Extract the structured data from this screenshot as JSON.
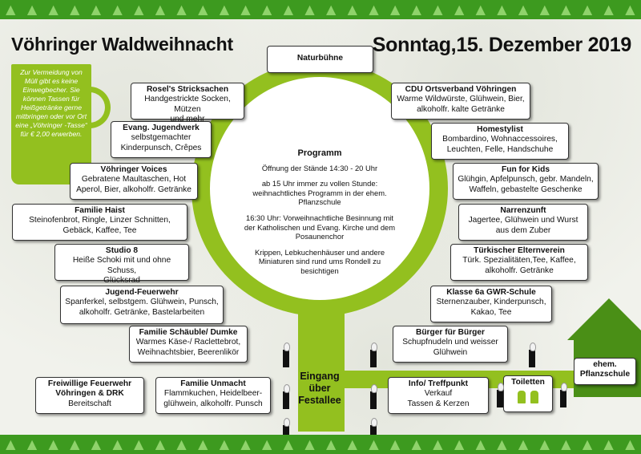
{
  "header": {
    "title": "Vöhringer Waldweihnacht",
    "date": "Sonntag,15. Dezember 2019"
  },
  "cup_note": {
    "lines": [
      "Zur Vermeidung von",
      "Müll gibt es keine",
      "Einwegbecher. Sie",
      "können Tassen für",
      "Heißgetränke gerne",
      "mitbringen oder vor Ort",
      "eine „Vöhringer -Tasse“",
      "für € 2,00 erwerben."
    ]
  },
  "stage": "Naturbühne",
  "program": {
    "title": "Programm",
    "items": [
      "Öffnung der Stände 14:30 - 20 Uhr",
      "ab 15 Uhr immer zu vollen Stunde: weihnachtliches Programm in der ehem. Pflanzschule",
      "16:30 Uhr: Vorweihnachtliche Besinnung mit der Katholischen und Evang. Kirche und dem Posaunenchor",
      "Krippen, Lebkuchenhäuser und andere Miniaturen sind rund ums Rondell zu besichtigen"
    ]
  },
  "entrance": [
    "Eingang",
    "über",
    "Festallee"
  ],
  "house_label": [
    "ehem.",
    "Pflanzschule"
  ],
  "toilets": "Toiletten",
  "left_stalls": [
    {
      "name": "Rosel's Stricksachen",
      "lines": [
        "Handgestrickte Socken, Mützen",
        "und mehr"
      ]
    },
    {
      "name": "Evang. Jugendwerk",
      "lines": [
        "selbstgemachter",
        "Kinderpunsch, Crêpes"
      ]
    },
    {
      "name": "Vöhringer Voices",
      "lines": [
        "Gebratene Maultaschen, Hot",
        "Aperol, Bier, alkoholfr. Getränke"
      ]
    },
    {
      "name": "Familie Haist",
      "lines": [
        "Steinofenbrot, Ringle, Linzer Schnitten,",
        "Gebäck, Kaffee, Tee"
      ]
    },
    {
      "name": "Studio 8",
      "lines": [
        "Heiße Schoki mit und ohne Schuss,",
        "Glücksrad"
      ]
    },
    {
      "name": "Jugend-Feuerwehr",
      "lines": [
        "Spanferkel, selbstgem. Glühwein, Punsch,",
        "alkoholfr. Getränke, Bastelarbeiten"
      ]
    },
    {
      "name": "Familie Schäuble/ Dumke",
      "lines": [
        "Warmes Käse-/ Raclettebrot,",
        "Weihnachtsbier, Beerenlikör"
      ]
    },
    {
      "name": "Freiwillige Feuerwehr",
      "lines": [
        "Vöhringen & DRK",
        "Bereitschaft"
      ]
    },
    {
      "name": "Familie Unmacht",
      "lines": [
        "Flammkuchen, Heidelbeer-",
        "glühwein, alkoholfr. Punsch"
      ]
    }
  ],
  "right_stalls": [
    {
      "name": "CDU Ortsverband Vöhringen",
      "lines": [
        "Warme Wildwürste, Glühwein, Bier,",
        "alkoholfr. kalte Getränke"
      ]
    },
    {
      "name": "Homestylist",
      "lines": [
        "Bombardino, Wohnaccessoires,",
        "Leuchten, Felle, Handschuhe"
      ]
    },
    {
      "name": "Fun for Kids",
      "lines": [
        "Glühgin, Apfelpunsch, gebr. Mandeln,",
        "Waffeln, gebastelte Geschenke"
      ]
    },
    {
      "name": "Narrenzunft",
      "lines": [
        "Jagertee, Glühwein und Wurst",
        "aus dem Zuber"
      ]
    },
    {
      "name": "Türkischer Elternverein",
      "lines": [
        "Türk. Spezialitäten,Tee, Kaffee,",
        "alkoholfr. Getränke"
      ]
    },
    {
      "name": "Klasse 6a GWR-Schule",
      "lines": [
        "Sternenzauber, Kinderpunsch,",
        "Kakao, Tee"
      ]
    },
    {
      "name": "Bürger für Bürger",
      "lines": [
        "Schupfnudeln und weisser",
        "Glühwein"
      ]
    },
    {
      "name": "Info/ Treffpunkt",
      "lines": [
        "Verkauf",
        "Tassen & Kerzen"
      ]
    }
  ],
  "colors": {
    "accent_green": "#93c01f",
    "band_green": "#3d9a1f",
    "house_green": "#4a8f16"
  }
}
